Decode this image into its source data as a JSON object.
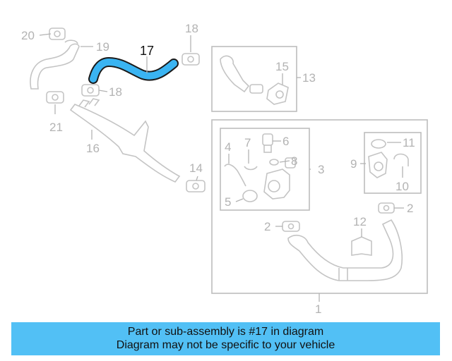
{
  "diagram": {
    "highlight_color": "#3ab4f2",
    "part_color": "#c4c4c4",
    "callouts": {
      "c1": "1",
      "c2a": "2",
      "c2b": "2",
      "c3": "3",
      "c4": "4",
      "c5": "5",
      "c6": "6",
      "c7": "7",
      "c8": "8",
      "c9": "9",
      "c10": "10",
      "c11": "11",
      "c12": "12",
      "c13": "13",
      "c14": "14",
      "c15": "15",
      "c16": "16",
      "c17": "17",
      "c18a": "18",
      "c18b": "18",
      "c19": "19",
      "c20": "20",
      "c21": "21"
    }
  },
  "banner": {
    "line1": "Part or sub-assembly is #17 in diagram",
    "line2": "Diagram may not be specific to your vehicle",
    "background": "#52c0f5"
  }
}
